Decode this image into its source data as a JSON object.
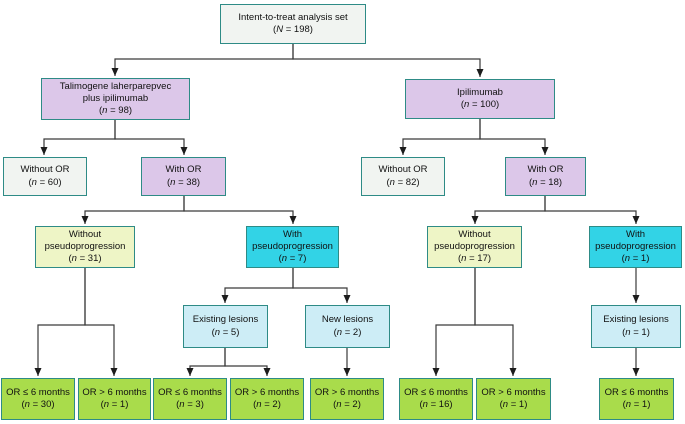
{
  "diagram_type": "consort-flow-diagram",
  "colors": {
    "border": "#2e8b86",
    "box_grey": "#f1f4f1",
    "box_purple": "#dcc7e9",
    "box_lime": "#eef5c6",
    "box_cyan": "#32d3e6",
    "box_lightcyan": "#cdedf6",
    "box_green": "#a9dc4b",
    "line": "#3a3a3a"
  },
  "nodes": {
    "itt": {
      "label": "Intent-to-treat analysis set",
      "count": "(N = 198)"
    },
    "arm_tvec_ipi": {
      "label": "Talimogene laherparepvec\nplus ipilimumab",
      "count": "(n = 98)"
    },
    "arm_ipi": {
      "label": "Ipilimumab",
      "count": "(n = 100)"
    },
    "tvec_without_or": {
      "label": "Without OR",
      "count": "(n = 60)"
    },
    "tvec_with_or": {
      "label": "With OR",
      "count": "(n = 38)"
    },
    "ipi_without_or": {
      "label": "Without OR",
      "count": "(n = 82)"
    },
    "ipi_with_or": {
      "label": "With OR",
      "count": "(n = 18)"
    },
    "tvec_without_pseudo": {
      "label": "Without\npseudoprogression",
      "count": "(n = 31)"
    },
    "tvec_with_pseudo": {
      "label": "With\npseudoprogression",
      "count": "(n = 7)"
    },
    "ipi_without_pseudo": {
      "label": "Without\npseudoprogression",
      "count": "(n = 17)"
    },
    "ipi_with_pseudo": {
      "label": "With\npseudoprogression",
      "count": "(n = 1)"
    },
    "tvec_existing_lesions": {
      "label": "Existing lesions",
      "count": "(n = 5)"
    },
    "tvec_new_lesions": {
      "label": "New lesions",
      "count": "(n = 2)"
    },
    "ipi_existing_lesions": {
      "label": "Existing lesions",
      "count": "(n = 1)"
    },
    "tvec_wo_pseudo_le6": {
      "label": "OR ≤ 6 months",
      "count": "(n = 30)"
    },
    "tvec_wo_pseudo_gt6": {
      "label": "OR > 6 months",
      "count": "(n = 1)"
    },
    "tvec_existing_le6": {
      "label": "OR ≤ 6 months",
      "count": "(n = 3)"
    },
    "tvec_existing_gt6": {
      "label": "OR > 6 months",
      "count": "(n = 2)"
    },
    "tvec_new_gt6": {
      "label": "OR > 6 months",
      "count": "(n = 2)"
    },
    "ipi_wo_pseudo_le6": {
      "label": "OR ≤ 6 months",
      "count": "(n = 16)"
    },
    "ipi_wo_pseudo_gt6": {
      "label": "OR > 6 months",
      "count": "(n = 1)"
    },
    "ipi_existing_le6": {
      "label": "OR ≤ 6 months",
      "count": "(n = 1)"
    }
  }
}
